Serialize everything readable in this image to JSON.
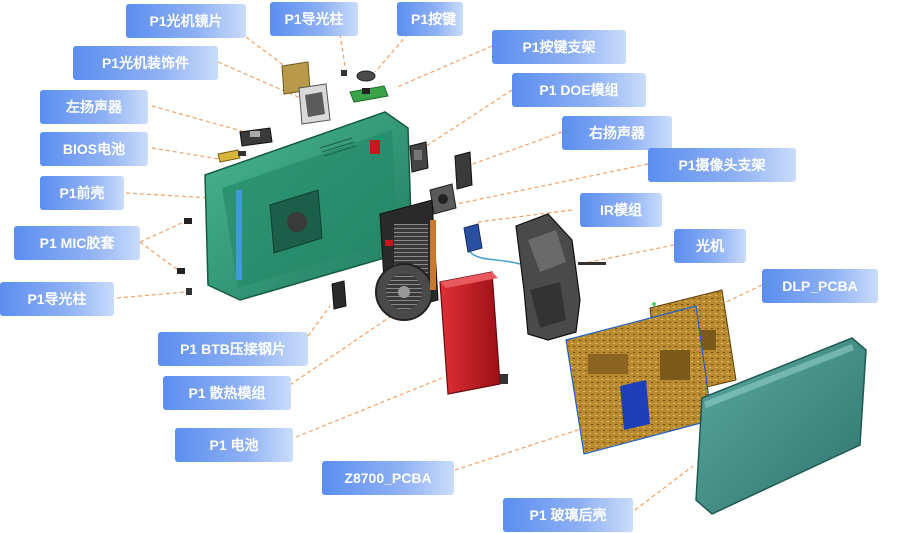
{
  "diagram": {
    "labels": {
      "lens_sheet": "P1光机镜片",
      "light_guide_top": "P1导光柱",
      "button": "P1按键",
      "button_bracket": "P1按键支架",
      "lens_trim": "P1光机装饰件",
      "doe_module": "P1 DOE模组",
      "left_speaker": "左扬声器",
      "right_speaker": "右扬声器",
      "bios_battery": "BIOS电池",
      "camera_bracket": "P1摄像头支架",
      "front_shell": "P1前壳",
      "ir_module": "IR模组",
      "mic_sleeve": "P1 MIC胶套",
      "light_engine": "光机",
      "dlp_pcba": "DLP_PCBA",
      "light_guide_bottom": "P1导光柱",
      "btb_plate": "P1 BTB压接钢片",
      "thermal_module": "P1 散热模组",
      "battery": "P1 电池",
      "z8700_pcba": "Z8700_PCBA",
      "glass_back_shell": "P1 玻璃后壳"
    },
    "colors": {
      "leader_line": "#f0a060",
      "front_shell": "#2e9e7c",
      "battery": "#c8171e",
      "pcba": "#b8862a",
      "glass_panel": "#3f8f86",
      "heatsink": "#2a2a2a",
      "label_start": "#5b8ef0",
      "label_end": "#c9dcfb"
    }
  }
}
